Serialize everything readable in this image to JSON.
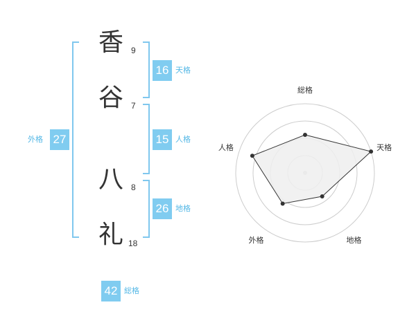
{
  "name_chars": [
    {
      "char": "香",
      "strokes": "9"
    },
    {
      "char": "谷",
      "strokes": "7"
    },
    {
      "char": "八",
      "strokes": "8"
    },
    {
      "char": "礼",
      "strokes": "18"
    }
  ],
  "fortune": {
    "tenkaku": {
      "label": "天格",
      "value": "16"
    },
    "jinkaku": {
      "label": "人格",
      "value": "15"
    },
    "chikaku": {
      "label": "地格",
      "value": "26"
    },
    "gaikaku": {
      "label": "外格",
      "value": "27"
    },
    "soukaku": {
      "label": "総格",
      "value": "42"
    }
  },
  "colors": {
    "badge": "#80ccf0",
    "bracket": "#7fc7ee",
    "label": "#55b8e6",
    "radar_fill": "#eeeeee",
    "radar_line": "#333333",
    "radar_ring": "#cccccc"
  },
  "chart_data": {
    "type": "radar",
    "axes": [
      "総格",
      "天格",
      "地格",
      "外格",
      "人格"
    ],
    "values": [
      0.55,
      1.0,
      0.42,
      0.55,
      0.8
    ],
    "range": [
      0,
      1
    ],
    "rings": 4
  }
}
